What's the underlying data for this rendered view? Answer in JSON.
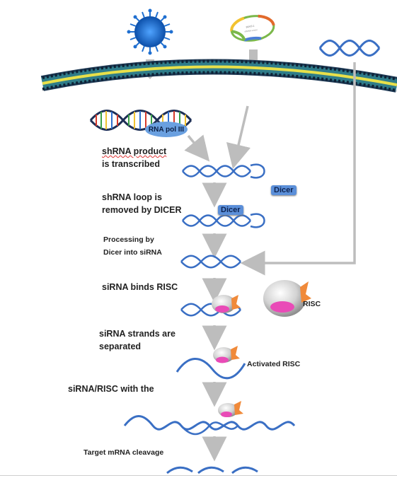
{
  "steps": {
    "s1": "shRNA product",
    "s1b": "is transcribed",
    "s2": "shRNA loop is",
    "s2b": "removed by DICER",
    "s3": "Processing by",
    "s3b": "Dicer into siRNA",
    "s4": "siRNA binds RISC",
    "s5": "siRNA strands are",
    "s5b": "separated",
    "s6": "siRNA/RISC with the",
    "s7": "Target mRNA cleavage"
  },
  "tags": {
    "rna_pol": "RNA pol III",
    "dicer_a": "Dicer",
    "dicer_b": "Dicer",
    "risc": "RISC",
    "activated_risc": "Activated RISC"
  },
  "colors": {
    "membrane_dark": "#1f3b57",
    "membrane_yellow": "#e8e04a",
    "membrane_teal": "#2f7d8a",
    "rna_blue": "#3a6fc4",
    "arrow_gray": "#bdbdbd",
    "virus_blue": "#1f6fd0",
    "risc_gray": "#c9c9c9",
    "risc_pink": "#e94bb7",
    "risc_orange": "#f08a3a"
  },
  "icons": [
    "virus-icon",
    "plasmid-icon",
    "dna-helix-icon",
    "risc-complex-icon"
  ]
}
